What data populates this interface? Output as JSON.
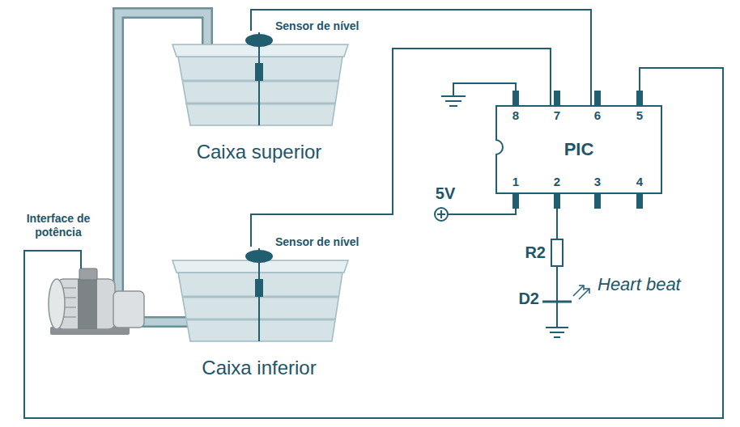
{
  "diagram": {
    "nodes": [
      {
        "text": [
          "Caixa superior"
        ]
      },
      {
        "text": [
          "PIC"
        ]
      },
      {
        "text": [
          "Caixa inferior"
        ]
      }
    ],
    "edges": [
      {
        "from": 0,
        "to": 1,
        "arrow": "none"
      },
      {
        "from": 2,
        "to": 1,
        "arrow": "none"
      }
    ],
    "labels": [
      "Sensor de nível",
      "8",
      "7",
      "6",
      "5",
      "1",
      "2",
      "3",
      "4",
      "5V",
      "R2",
      "D2",
      "Heart beat",
      "Interface de potência",
      "Sensor de nível"
    ]
  }
}
